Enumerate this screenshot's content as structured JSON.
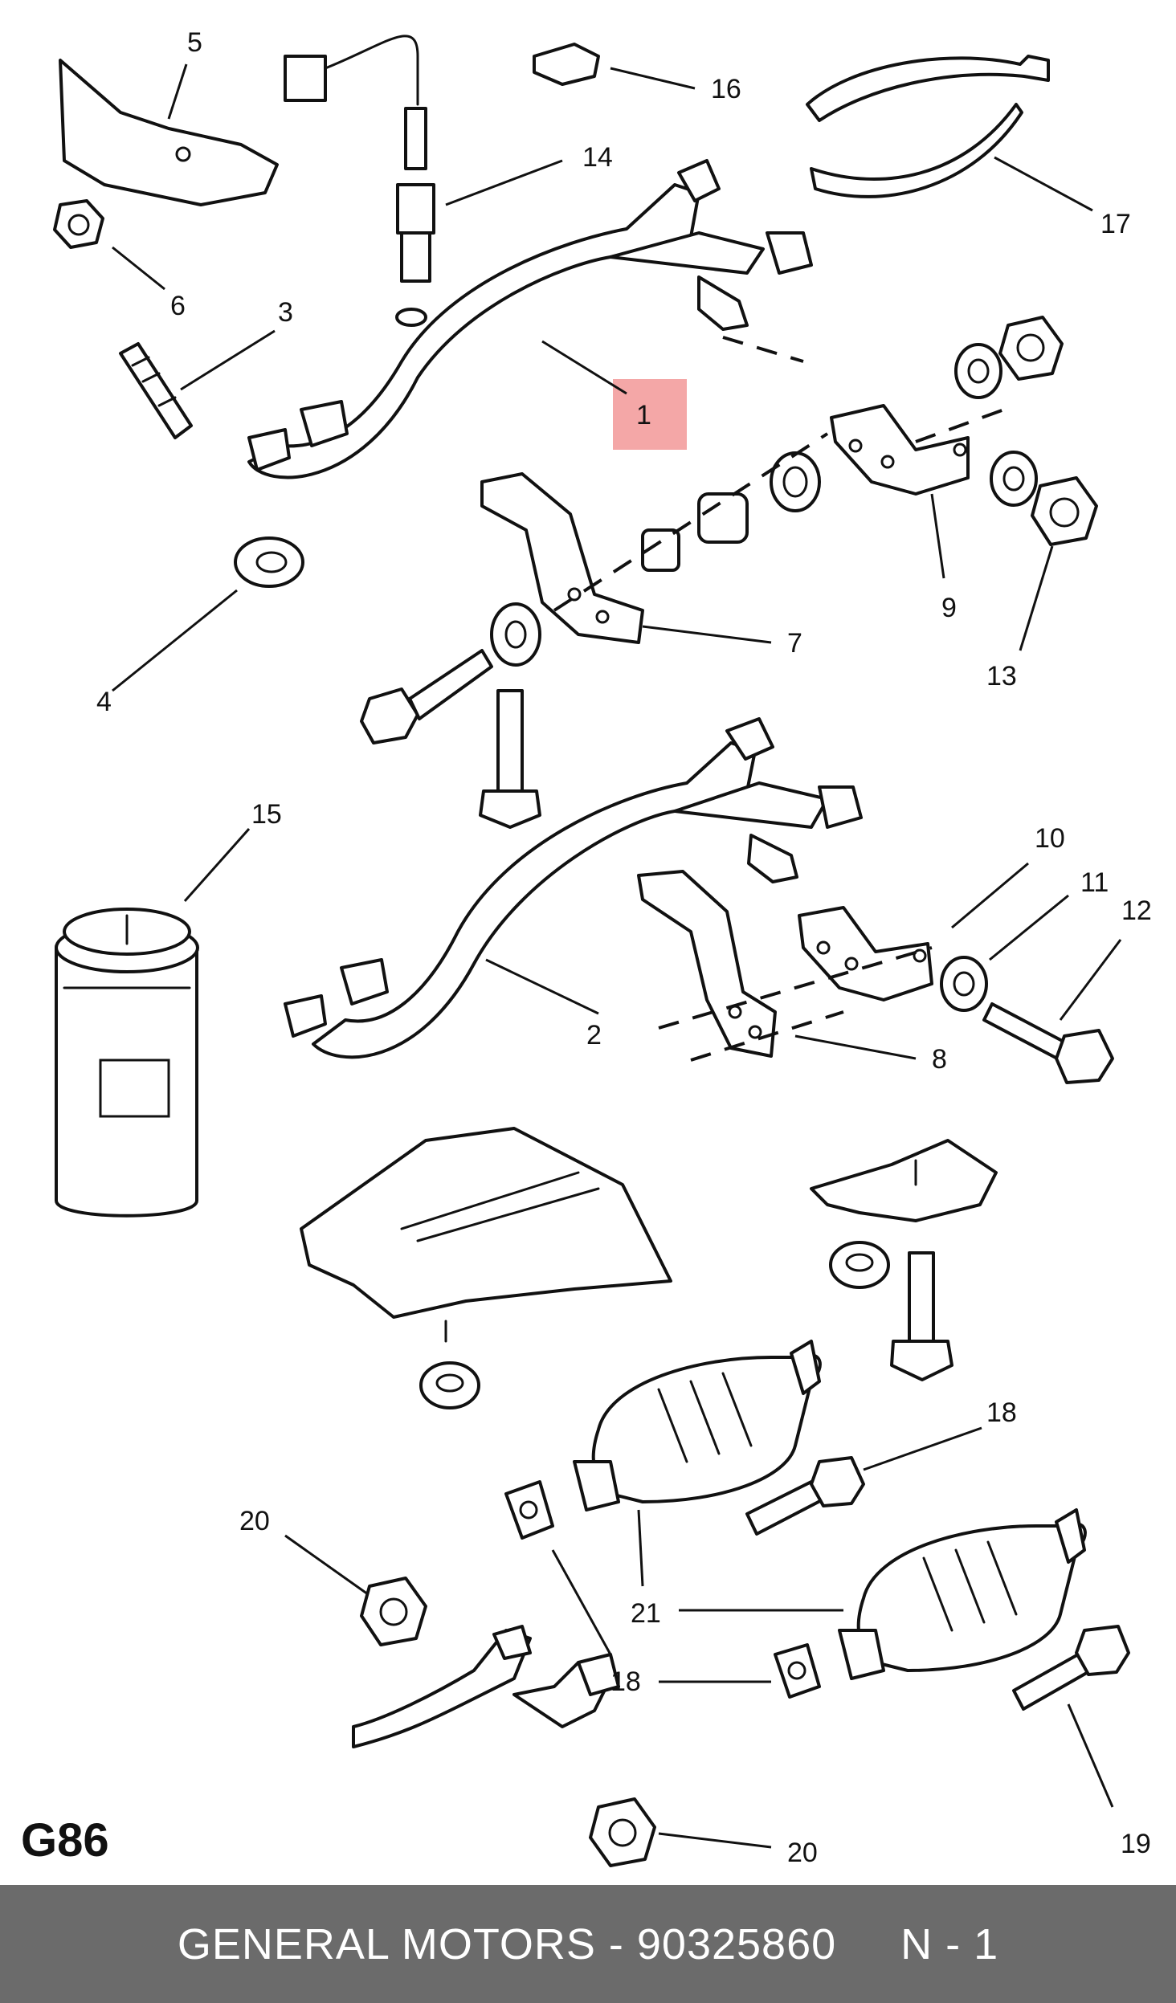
{
  "diagram": {
    "code": "G86",
    "highlighted_callout": "1",
    "callouts": [
      {
        "id": "1",
        "label": "1"
      },
      {
        "id": "2",
        "label": "2"
      },
      {
        "id": "3",
        "label": "3"
      },
      {
        "id": "4",
        "label": "4"
      },
      {
        "id": "5",
        "label": "5"
      },
      {
        "id": "6",
        "label": "6"
      },
      {
        "id": "7",
        "label": "7"
      },
      {
        "id": "8",
        "label": "8"
      },
      {
        "id": "9",
        "label": "9"
      },
      {
        "id": "10",
        "label": "10"
      },
      {
        "id": "11",
        "label": "11"
      },
      {
        "id": "12",
        "label": "12"
      },
      {
        "id": "13",
        "label": "13"
      },
      {
        "id": "14",
        "label": "14"
      },
      {
        "id": "15",
        "label": "15"
      },
      {
        "id": "16",
        "label": "16"
      },
      {
        "id": "17",
        "label": "17"
      },
      {
        "id": "18a",
        "label": "18"
      },
      {
        "id": "18b",
        "label": "18"
      },
      {
        "id": "19",
        "label": "19"
      },
      {
        "id": "20a",
        "label": "20"
      },
      {
        "id": "20b",
        "label": "20"
      },
      {
        "id": "21",
        "label": "21"
      }
    ]
  },
  "footer": {
    "text": "GENERAL MOTORS - 90325860     N - 1"
  }
}
